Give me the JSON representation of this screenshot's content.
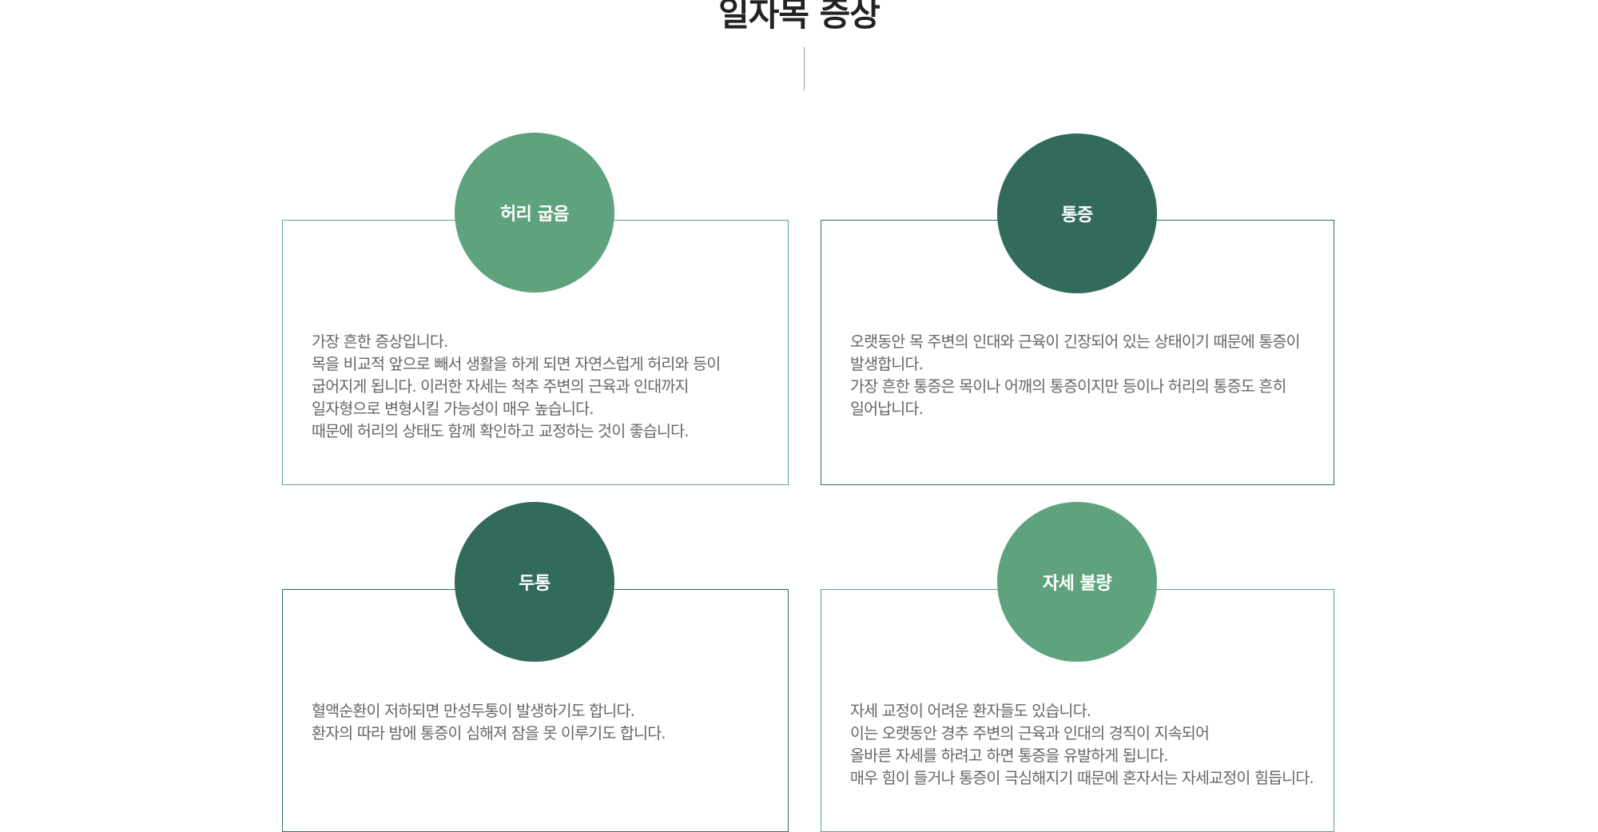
{
  "page": {
    "title": "일자목 증상"
  },
  "cards": [
    {
      "title": "허리 굽음",
      "lines": [
        "가장 흔한 증상입니다.",
        "목을 비교적 앞으로 빼서 생활을 하게 되면 자연스럽게 허리와 등이",
        "굽어지게 됩니다. 이러한 자세는 척추 주변의 근육과 인대까지",
        "일자형으로 변형시킬 가능성이 매우 높습니다.",
        "때문에 허리의 상태도 함께 확인하고 교정하는 것이 좋습니다."
      ]
    },
    {
      "title": "통증",
      "lines": [
        "오랫동안 목 주변의 인대와 근육이 긴장되어 있는 상태이기 때문에 통증이",
        "발생합니다.",
        "가장 흔한 통증은 목이나 어깨의 통증이지만 등이나 허리의 통증도 흔히",
        "일어납니다."
      ]
    },
    {
      "title": "두통",
      "lines": [
        "혈액순환이 저하되면 만성두통이 발생하기도 합니다.",
        "환자의 따라 밤에 통증이 심해져 잠을 못 이루기도 합니다."
      ]
    },
    {
      "title": "자세 불량",
      "lines": [
        "자세 교정이 어려운 환자들도 있습니다.",
        "이는 오랫동안 경추 주변의 근육과 인대의 경직이 지속되어",
        "올바른 자세를 하려고 하면 통증을 유발하게 됩니다.",
        "매우 힘이 들거나 통증이 극심해지기 때문에 혼자서는 자세교정이 힘듭니다."
      ]
    }
  ],
  "colors": {
    "accent_light": "#5ea37d",
    "accent_dark": "#326b5b",
    "title_text": "#222222",
    "body_text": "#666666"
  }
}
